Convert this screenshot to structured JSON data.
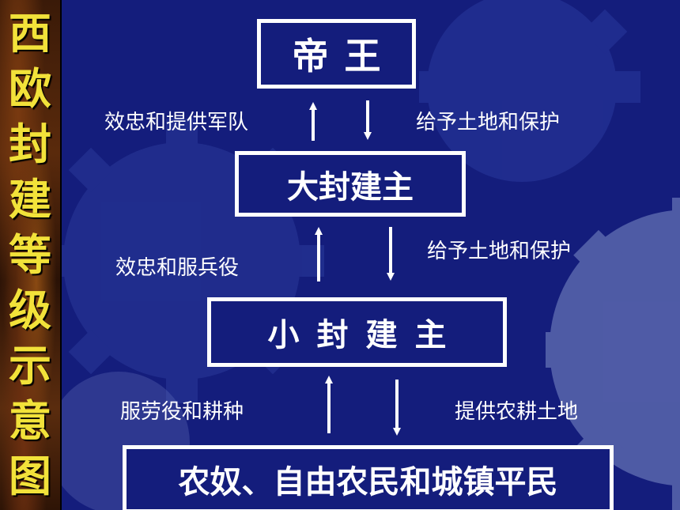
{
  "side_title": [
    "西",
    "欧",
    "封",
    "建",
    "等",
    "级",
    "示",
    "意",
    "图"
  ],
  "levels": {
    "emperor": "帝王",
    "great_lord": "大封建主",
    "lesser_lord": "小封建主",
    "peasants": "农奴、自由农民和城镇平民"
  },
  "relations": {
    "emperor_great": {
      "up": "效忠和提供军队",
      "down": "给予土地和保护"
    },
    "great_lesser": {
      "up": "效忠和服兵役",
      "down": "给予土地和保护"
    },
    "lesser_peasants": {
      "up": "服劳役和耕种",
      "down": "提供农耕土地"
    }
  },
  "colors": {
    "background": "#141d7c",
    "title_yellow": "#f2e23a",
    "box_border": "#ffffff"
  }
}
